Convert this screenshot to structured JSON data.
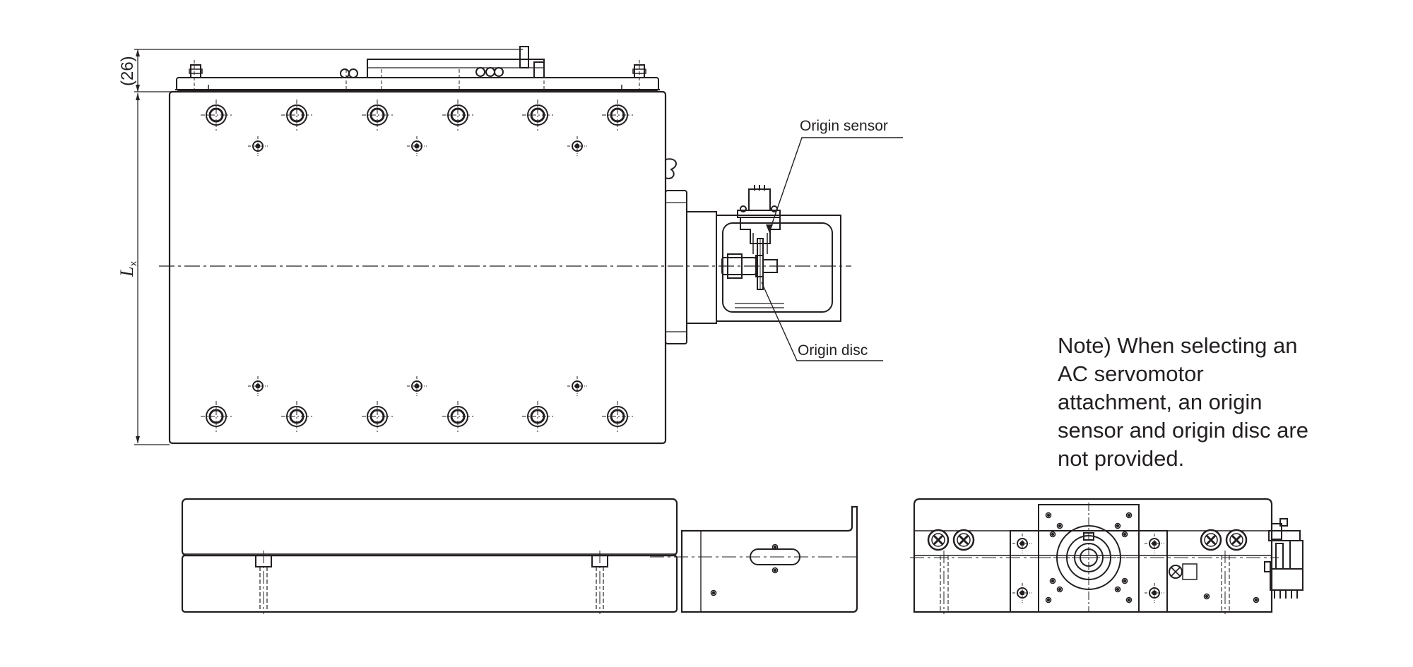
{
  "labels": {
    "origin_sensor": "Origin sensor",
    "origin_disc": "Origin disc",
    "dim_26": "(26)",
    "dim_lx_main": "L",
    "dim_lx_sub": "x"
  },
  "note": {
    "lines": [
      "Note) When selecting an",
      "AC servomotor",
      "attachment, an origin",
      "sensor and origin disc are",
      "not provided."
    ]
  },
  "colors": {
    "line": "#231f20",
    "background": "#ffffff"
  }
}
